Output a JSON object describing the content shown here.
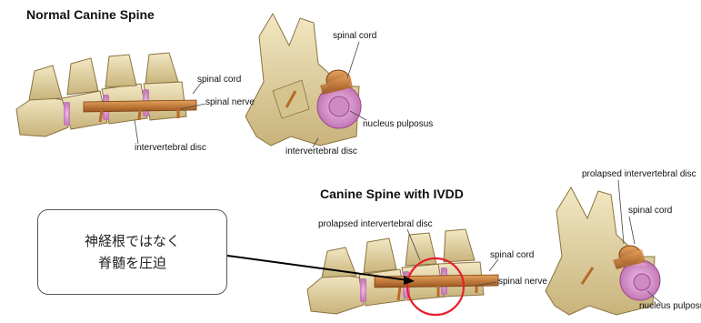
{
  "normal": {
    "title": "Normal Canine Spine",
    "labels": {
      "spinal_cord": "spinal cord",
      "spinal_nerve": "spinal nerve",
      "intervertebral_disc": "intervertebral disc",
      "cross_spinal_cord": "spinal cord",
      "cross_nucleus_pulposus": "nucleus pulposus",
      "cross_intervertebral_disc": "intervertebral disc"
    }
  },
  "ivdd": {
    "title": "Canine Spine with IVDD",
    "labels": {
      "prolapsed_disc": "prolapsed intervertebral disc",
      "spinal_cord": "spinal cord",
      "spinal_nerve": "spinal nerve",
      "cross_prolapsed_disc": "prolapsed intervertebral disc",
      "cross_spinal_cord": "spinal cord",
      "cross_nucleus_pulposus": "nucleus pulposus"
    }
  },
  "callout": {
    "line1": "神経根ではなく",
    "line2": "脊髄を圧迫"
  },
  "colors": {
    "bone": "#e8d9a8",
    "bone_shadow": "#b9a46a",
    "disc": "#d99ad0",
    "disc_inner": "#b860a8",
    "cord": "#c97a35",
    "highlight_circle": "#e4202a",
    "arrow": "#000000"
  }
}
